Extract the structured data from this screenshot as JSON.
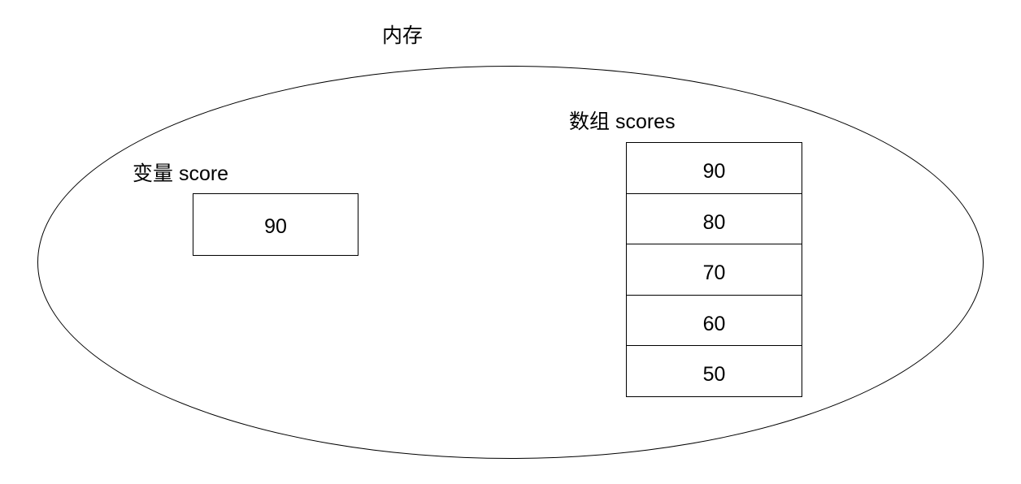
{
  "diagram": {
    "title": "内存",
    "container_shape": "ellipse",
    "variable": {
      "label": "变量 score",
      "value": "90"
    },
    "array": {
      "label": "数组 scores",
      "cells": [
        {
          "value": "90"
        },
        {
          "value": "80"
        },
        {
          "value": "70"
        },
        {
          "value": "60"
        },
        {
          "value": "50"
        }
      ]
    },
    "colors": {
      "stroke": "#000000",
      "background": "#ffffff",
      "text": "#000000"
    }
  }
}
